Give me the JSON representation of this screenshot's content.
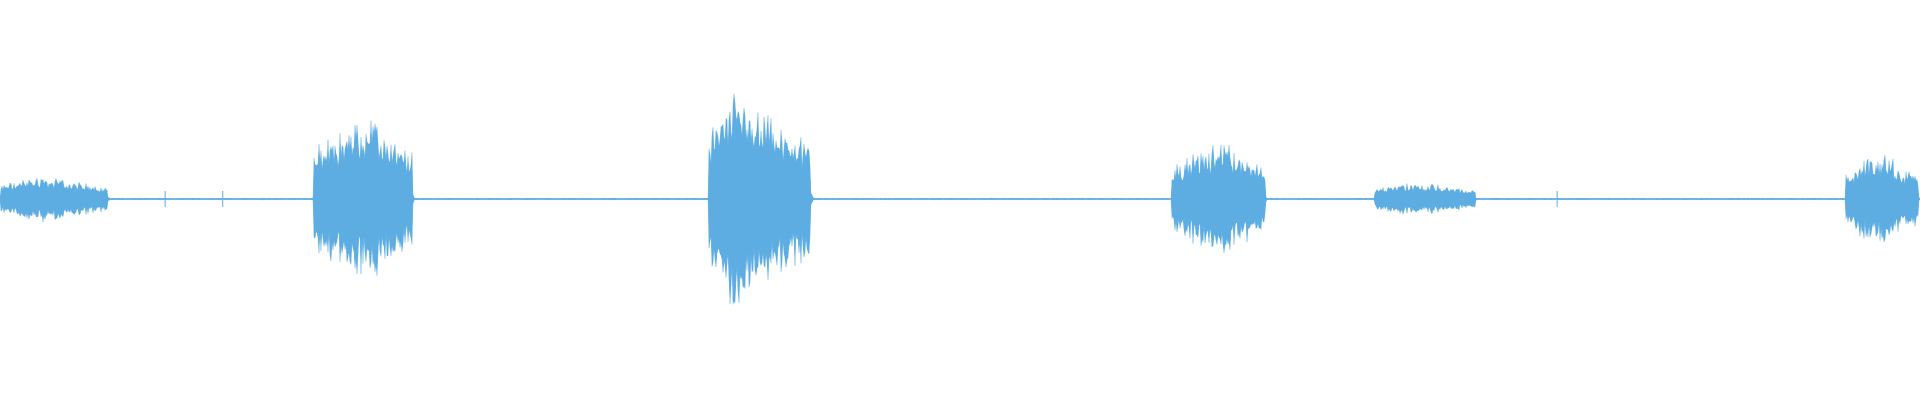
{
  "waveform": {
    "color": "#5dade2",
    "background": "#ffffff",
    "duration_fraction_segments": [
      {
        "name": "burst-1",
        "start": 0.0,
        "peak": 0.022,
        "end": 0.058,
        "amplitude": 0.22
      },
      {
        "name": "burst-2",
        "start": 0.163,
        "peak": 0.192,
        "end": 0.216,
        "amplitude": 0.78
      },
      {
        "name": "burst-3",
        "start": 0.369,
        "peak": 0.382,
        "end": 0.424,
        "amplitude": 1.0
      },
      {
        "name": "burst-4",
        "start": 0.61,
        "peak": 0.638,
        "end": 0.66,
        "amplitude": 0.54
      },
      {
        "name": "burst-5",
        "start": 0.716,
        "peak": 0.738,
        "end": 0.77,
        "amplitude": 0.16
      },
      {
        "name": "burst-6",
        "start": 0.961,
        "peak": 0.98,
        "end": 1.0,
        "amplitude": 0.44
      }
    ],
    "baseline_amplitude": 0.006
  }
}
